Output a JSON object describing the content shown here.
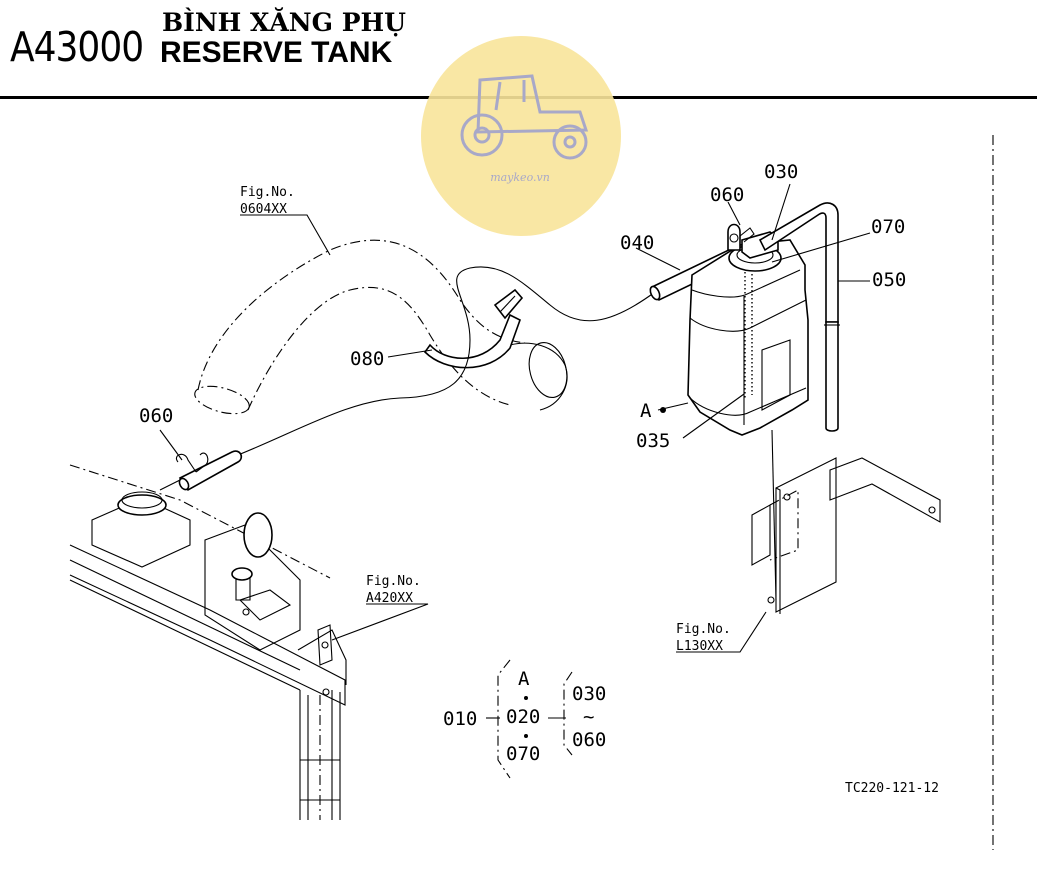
{
  "header": {
    "code": "A43000",
    "title_vi": "BÌNH XĂNG PHỤ",
    "title_en": "RESERVE TANK"
  },
  "watermark": {
    "text": "maykeo.vn",
    "icon": "tractor-icon",
    "color": "#f8e49a"
  },
  "callouts": {
    "p060_top": "060",
    "p030": "030",
    "p070": "070",
    "p040": "040",
    "p050": "050",
    "p080": "080",
    "p060_left": "060",
    "pA": "A",
    "p035": "035"
  },
  "figrefs": {
    "hose": {
      "label": "Fig.No.",
      "code": "0604XX"
    },
    "radiator": {
      "label": "Fig.No.",
      "code": "A420XX"
    },
    "bracket": {
      "label": "Fig.No.",
      "code": "L130XX"
    }
  },
  "assembly": {
    "root": "010",
    "a": "A",
    "mid": "020",
    "low": "070",
    "range_start": "030",
    "range_sep": "~",
    "range_end": "060"
  },
  "drawing_code": "TC220-121-12"
}
